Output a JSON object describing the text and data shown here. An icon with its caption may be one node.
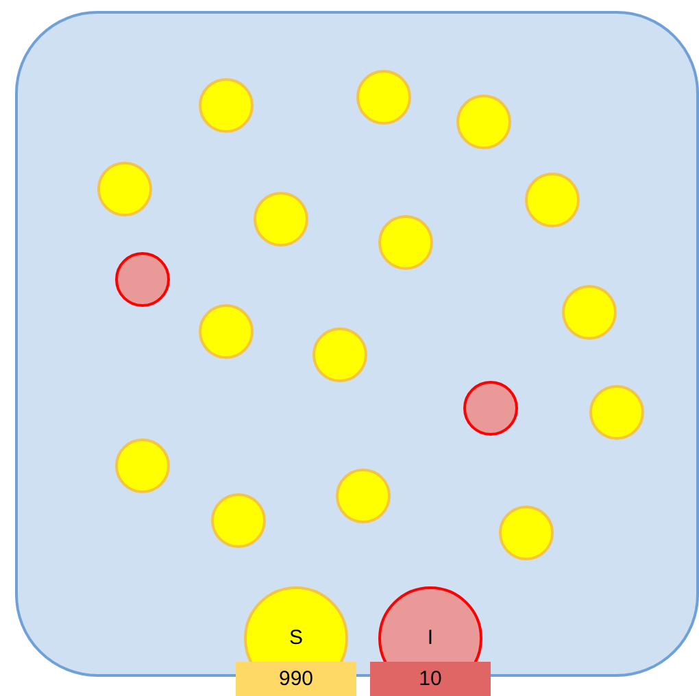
{
  "diagram": {
    "nodes": [
      {
        "text": [],
        "shape": "box"
      },
      {
        "text": [],
        "shape": "circle",
        "in": 0
      },
      {
        "text": [],
        "shape": "circle",
        "in": 0
      },
      {
        "text": [],
        "shape": "circle",
        "in": 0
      },
      {
        "text": [],
        "shape": "circle",
        "in": 0
      },
      {
        "text": [],
        "shape": "circle",
        "in": 0
      },
      {
        "text": [],
        "shape": "circle",
        "in": 0
      },
      {
        "text": [],
        "shape": "circle",
        "in": 0
      },
      {
        "text": [],
        "shape": "circle",
        "in": 0
      },
      {
        "text": [],
        "shape": "circle",
        "in": 0
      },
      {
        "text": [],
        "shape": "circle",
        "in": 0
      },
      {
        "text": [],
        "shape": "circle",
        "in": 0
      },
      {
        "text": [],
        "shape": "circle",
        "in": 0
      },
      {
        "text": [],
        "shape": "circle",
        "in": 0
      },
      {
        "text": [],
        "shape": "circle",
        "in": 0
      },
      {
        "text": [],
        "shape": "circle",
        "in": 0
      },
      {
        "text": [],
        "shape": "circle",
        "in": 0
      },
      {
        "text": [],
        "shape": "circle",
        "in": 0
      },
      {
        "text": [
          "S"
        ]
      },
      {
        "text": [
          "I"
        ]
      },
      {
        "text": [
          "990"
        ]
      },
      {
        "text": [
          "10"
        ]
      }
    ],
    "edges": []
  }
}
